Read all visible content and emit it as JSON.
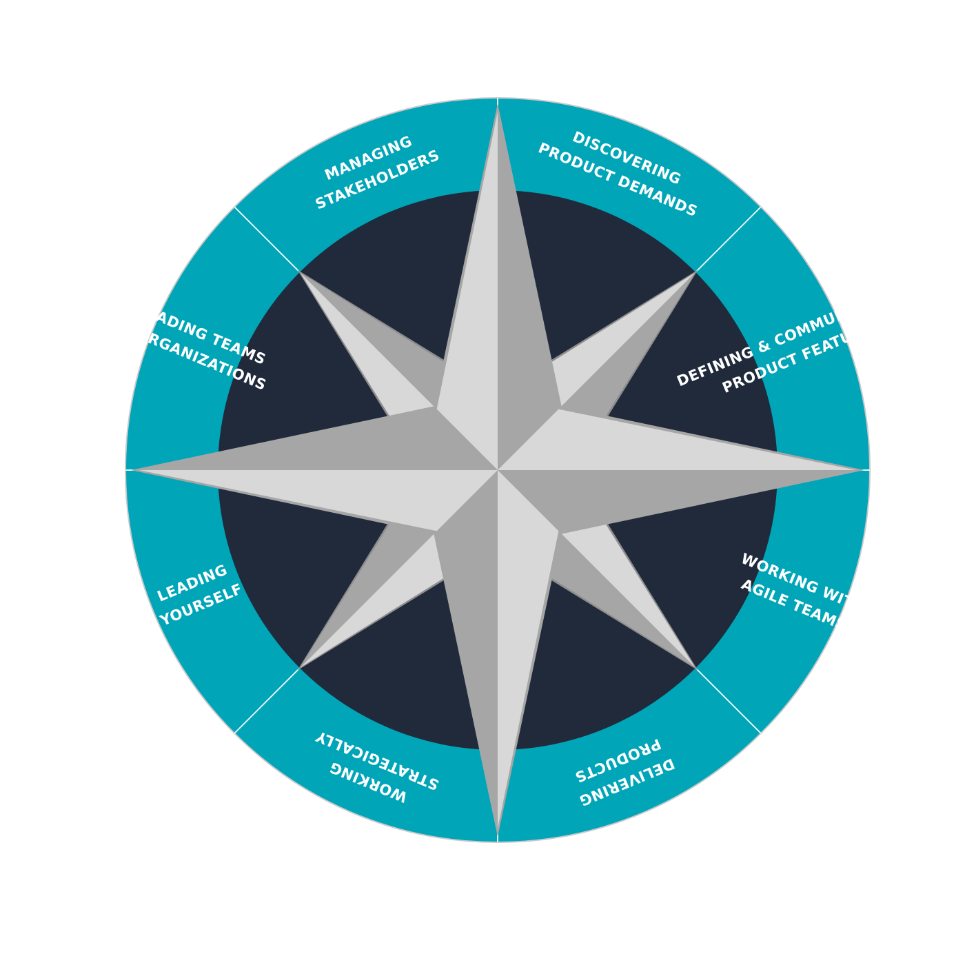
{
  "colors": {
    "ring": "#00a5b8",
    "ring_edge": "#c8c9cb",
    "inner": "#202a3b",
    "divider": "#e6f4f6",
    "label": "#ffffff",
    "star_light": "#d8d8d8",
    "star_dark": "#a6a6a6",
    "star_shadow": "#8e8e8e"
  },
  "segments": [
    {
      "key": "managing-stakeholders",
      "lines": [
        "MANAGING",
        "STAKEHOLDERS"
      ]
    },
    {
      "key": "discovering-product-demands",
      "lines": [
        "DISCOVERING",
        "PRODUCT DEMANDS"
      ]
    },
    {
      "key": "defining-communicating-product-features",
      "lines": [
        "DEFINING & COMMUNICATING",
        "PRODUCT FEATURES"
      ]
    },
    {
      "key": "working-with-agile-teams",
      "lines": [
        "WORKING WITH",
        "AGILE TEAMS"
      ]
    },
    {
      "key": "delivering-products",
      "lines": [
        "DELIVERING",
        "PRODUCTS"
      ]
    },
    {
      "key": "working-strategically",
      "lines": [
        "WORKING",
        "STRATEGICALLY"
      ]
    },
    {
      "key": "leading-yourself",
      "lines": [
        "LEADING",
        "YOURSELF"
      ]
    },
    {
      "key": "leading-teams-organizations",
      "lines": [
        "LEADING TEAMS",
        "& ORGANIZATIONS"
      ]
    }
  ],
  "icon": "compass-rose-icon"
}
